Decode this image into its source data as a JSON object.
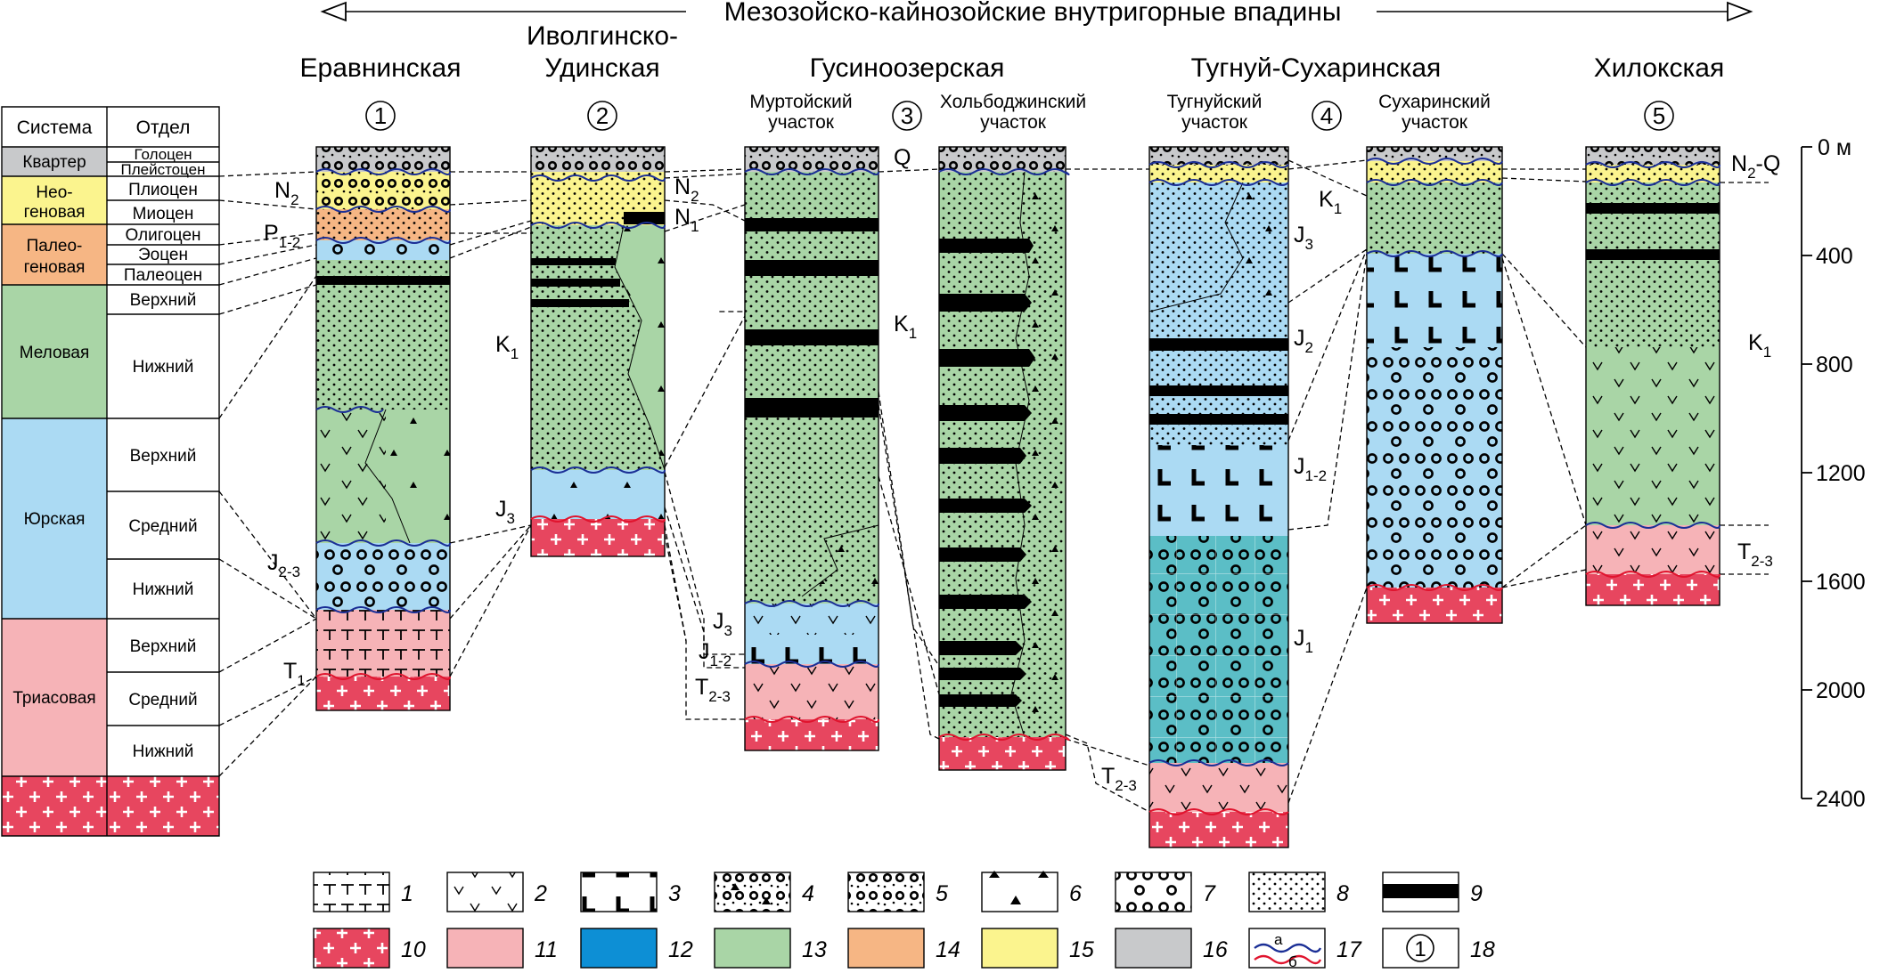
{
  "header": {
    "title": "Мезозойско-кайнозойские внутригорные впадины"
  },
  "basins": {
    "b1": {
      "name": "Еравнинская",
      "num": "1"
    },
    "b2": {
      "name_l1": "Иволгинско-",
      "name_l2": "Удинская",
      "num": "2"
    },
    "b3": {
      "name": "Гусиноозерская",
      "num": "3",
      "sub_a_l1": "Муртойский",
      "sub_a_l2": "участок",
      "sub_b_l1": "Хольбоджинский",
      "sub_b_l2": "участок"
    },
    "b4": {
      "name": "Тугнуй-Сухаринская",
      "num": "4",
      "sub_a_l1": "Тугнуйский",
      "sub_a_l2": "участок",
      "sub_b_l1": "Сухаринский",
      "sub_b_l2": "участок"
    },
    "b5": {
      "name": "Хилокская",
      "num": "5"
    }
  },
  "strat_table": {
    "hdr_system": "Система",
    "hdr_series": "Отдел",
    "systems": {
      "quat": "Квартер",
      "neo_l1": "Нео-",
      "neo_l2": "геновая",
      "paleo_l1": "Палео-",
      "paleo_l2": "геновая",
      "cret": "Меловая",
      "jur": "Юрская",
      "tri": "Триасовая"
    },
    "series": {
      "holo": "Голоцен",
      "pleist": "Плейстоцен",
      "plio": "Плиоцен",
      "mio": "Миоцен",
      "oligo": "Олигоцен",
      "eoc": "Эоцен",
      "paleoc": "Палеоцен",
      "k_up": "Верхний",
      "k_low": "Нижний",
      "j_up": "Верхний",
      "j_mid": "Средний",
      "j_low": "Нижний",
      "t_up": "Верхний",
      "t_mid": "Средний",
      "t_low": "Нижний"
    }
  },
  "depth_axis": {
    "unit": "м",
    "ticks": [
      {
        "v": 0,
        "label": "0 м"
      },
      {
        "v": 400,
        "label": "400"
      },
      {
        "v": 800,
        "label": "800"
      },
      {
        "v": 1200,
        "label": "1200"
      },
      {
        "v": 1600,
        "label": "1600"
      },
      {
        "v": 2000,
        "label": "2000"
      },
      {
        "v": 2400,
        "label": "2400"
      }
    ]
  },
  "age_labels": {
    "n2_c1": "N",
    "n2_c1_sub": "2",
    "p12": "P",
    "p12_sub": "1-2",
    "j23_c1": "J",
    "j23_c1_sub": "2-3",
    "t1": "T",
    "t1_sub": "1",
    "k1_c2": "K",
    "k1_c2_sub": "1",
    "n2_c2": "N",
    "n2_c2_sub": "2",
    "n1_c2": "N",
    "n1_c2_sub": "1",
    "j3_c2": "J",
    "j3_c2_sub": "3",
    "q_c3": "Q",
    "k1_c3": "K",
    "k1_c3_sub": "1",
    "j3_c3": "J",
    "j3_c3_sub": "3",
    "j12_c3": "J",
    "j12_c3_sub": "1-2",
    "t23_c3": "T",
    "t23_c3_sub": "2-3",
    "t23_c4": "T",
    "t23_c4_sub": "2-3",
    "k1_c5": "K",
    "k1_c5_sub": "1",
    "j3_c5": "J",
    "j3_c5_sub": "3",
    "j2_c5": "J",
    "j2_c5_sub": "2",
    "j12_c5": "J",
    "j12_c5_sub": "1-2",
    "j1_c5": "J",
    "j1_c5_sub": "1",
    "n2q_c7": "N",
    "n2q_c7_sub": "2",
    "n2q_c7_tail": "-Q",
    "k1_c7": "K",
    "k1_c7_sub": "1",
    "t23_c7": "T",
    "t23_c7_sub": "2-3"
  },
  "legend": {
    "items": [
      "1",
      "2",
      "3",
      "4",
      "5",
      "6",
      "7",
      "8",
      "9",
      "10",
      "11",
      "12",
      "13",
      "14",
      "15",
      "16",
      "17",
      "18"
    ],
    "a": "а",
    "b": "б",
    "circle": "1"
  },
  "colors": {
    "gray": "#c8c9cb",
    "yellow": "#fbf48e",
    "orange": "#f6b684",
    "green": "#a9d5a6",
    "blue": "#abdaf3",
    "pink": "#f6b3b7",
    "red": "#e7465f",
    "teal": "#5bbec6",
    "legend_blue": "#0d8fd5",
    "wave_blue": "#1b2f96",
    "wave_red": "#e0142e"
  }
}
